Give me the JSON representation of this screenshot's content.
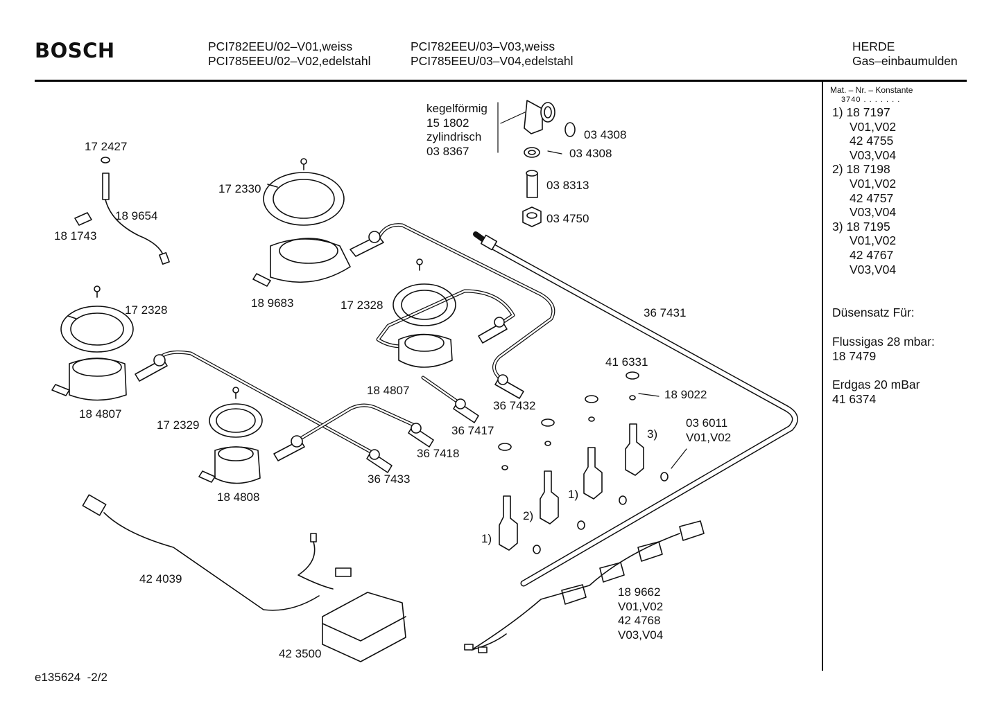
{
  "header": {
    "brand": "BOSCH",
    "models_col1": [
      "PCI782EEU/02–V01,weiss",
      "PCI785EEU/02–V02,edelstahl"
    ],
    "models_col2": [
      "PCI782EEU/03–V03,weiss",
      "PCI785EEU/03–V04,edelstahl"
    ],
    "category": "HERDE",
    "subcategory": "Gas–einbaumulden"
  },
  "sidebar": {
    "mat_heading": "Mat. – Nr. – Konstante",
    "mat_prefix": "3740 . . . . . . .",
    "variants": [
      {
        "ref": "1)",
        "part_a": "18 7197",
        "variant_a": "V01,V02",
        "part_b": "42 4755",
        "variant_b": "V03,V04"
      },
      {
        "ref": "2)",
        "part_a": "18 7198",
        "variant_a": "V01,V02",
        "part_b": "42 4757",
        "variant_b": "V03,V04"
      },
      {
        "ref": "3)",
        "part_a": "18 7195",
        "variant_a": "V01,V02",
        "part_b": "42 4767",
        "variant_b": "V03,V04"
      }
    ],
    "nozzle_heading": "Düsensatz Für:",
    "lpg_label": "Flussigas 28 mbar:",
    "lpg_part": "18 7479",
    "natgas_label": "Erdgas 20 mBar",
    "natgas_part": "41 6374"
  },
  "labels": {
    "kegel": "kegelförmig",
    "kegel_no": "15 1802",
    "zyl": "zylindrisch",
    "zyl_no": "03 8367",
    "p034308a": "03 4308",
    "p034308b": "03 4308",
    "p038313": "03 8313",
    "p034750": "03 4750",
    "p172427": "17 2427",
    "p189654": "18 9654",
    "p181743": "18 1743",
    "p172330": "17 2330",
    "p189683": "18 9683",
    "p172328a": "17 2328",
    "p172328b": "17 2328",
    "p184807a": "18 4807",
    "p184807b": "18 4807",
    "p172329": "17 2329",
    "p184808": "18 4808",
    "p367431": "36 7431",
    "p367432": "36 7432",
    "p367417": "36 7417",
    "p367418": "36 7418",
    "p367433": "36 7433",
    "p416331": "41 6331",
    "p189022": "18 9022",
    "p036011": "03 6011",
    "p036011v": "V01,V02",
    "r3": "3)",
    "r1a": "1)",
    "r2": "2)",
    "r1b": "1)",
    "p424039": "42 4039",
    "p423500": "42 3500",
    "p189662": "18 9662",
    "p189662v": "V01,V02",
    "p424768": "42 4768",
    "p424768v": "V03,V04"
  },
  "footer": {
    "code": "e135624",
    "page": "-2/2"
  }
}
